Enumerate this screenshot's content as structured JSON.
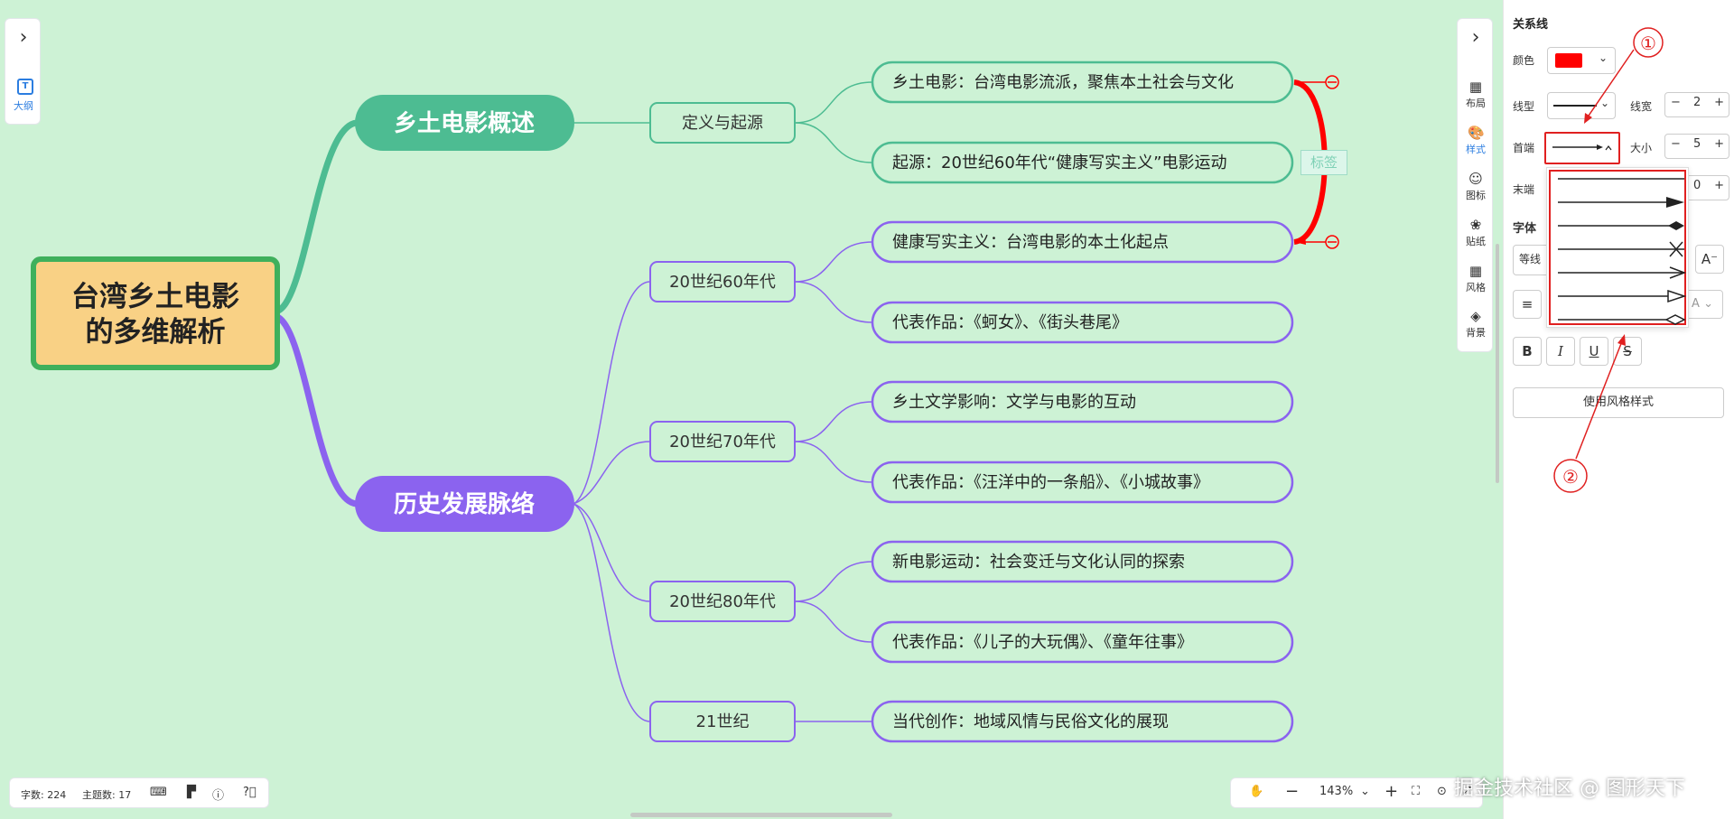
{
  "colors": {
    "canvas_bg": "#cdf2d5",
    "root_fill": "#f9d185",
    "root_border": "#3fb05c",
    "green": "#4dbc92",
    "purple": "#8b63ef",
    "relation": "#ff0000",
    "active_blue": "#2b7de0"
  },
  "left_bar": {
    "toggle_icon": "chevron-right-icon",
    "outline_icon_glyph": "T",
    "outline_label": "大纲"
  },
  "mindmap": {
    "root": {
      "line1": "台湾乡土电影",
      "line2": "的多维解析"
    },
    "branches": [
      {
        "label": "乡土电影概述",
        "children": [
          {
            "label": "定义与起源",
            "children": [
              "乡土电影：台湾电影流派，聚焦本土社会与文化",
              "起源：20世纪60年代“健康写实主义”电影运动"
            ]
          }
        ]
      },
      {
        "label": "历史发展脉络",
        "children": [
          {
            "label": "20世纪60年代",
            "children": [
              "健康写实主义：台湾电影的本土化起点",
              "代表作品：《蚵女》、《街头巷尾》"
            ]
          },
          {
            "label": "20世纪70年代",
            "children": [
              "乡土文学影响：文学与电影的互动",
              "代表作品：《汪洋中的一条船》、《小城故事》"
            ]
          },
          {
            "label": "20世纪80年代",
            "children": [
              "新电影运动：社会变迁与文化认同的探索",
              "代表作品：《儿子的大玩偶》、《童年往事》"
            ]
          },
          {
            "label": "21世纪",
            "children": [
              "当代创作：地域风情与民俗文化的展现"
            ]
          }
        ]
      }
    ],
    "relation_label": "标签"
  },
  "side_tools": {
    "collapse_icon": "chevron-right-icon",
    "items": [
      {
        "label": "布局",
        "icon": "layout-icon",
        "glyph": "▦",
        "active": false
      },
      {
        "label": "样式",
        "icon": "palette-icon",
        "glyph": "🎨",
        "active": true
      },
      {
        "label": "图标",
        "icon": "emoji-icon",
        "glyph": "☺",
        "active": false
      },
      {
        "label": "贴纸",
        "icon": "sticker-icon",
        "glyph": "❀",
        "active": false
      },
      {
        "label": "风格",
        "icon": "theme-grid-icon",
        "glyph": "▦",
        "active": false
      },
      {
        "label": "背景",
        "icon": "layers-icon",
        "glyph": "◈",
        "active": false
      }
    ]
  },
  "props": {
    "title": "关系线",
    "color_label": "颜色",
    "color_value": "#ff0000",
    "line_type_label": "线型",
    "line_width_label": "线宽",
    "line_width_value": "2",
    "start_label": "首端",
    "start_size_label": "大小",
    "start_size_value": "5",
    "end_label": "末端",
    "end_size_value": "0",
    "font_section": "字体",
    "font_family_value": "等线",
    "font_size_btn": "A⁻",
    "bold": "B",
    "italic": "I",
    "underline": "U",
    "strike": "S",
    "font_color_glyph": "A",
    "use_style_button": "使用风格样式",
    "arrow_options": [
      "none",
      "arrow-filled",
      "diamond-filled",
      "cross",
      "arrow-open",
      "triangle-open",
      "diamond-open"
    ]
  },
  "annotations": {
    "circle1": "①",
    "circle2": "②"
  },
  "status": {
    "word_count": "字数: 224",
    "topic_count": "主题数: 17",
    "zoom_value": "143%",
    "zoom_out": "−",
    "zoom_in": "+"
  },
  "watermark": "掘金技术社区 @ 图形天下"
}
